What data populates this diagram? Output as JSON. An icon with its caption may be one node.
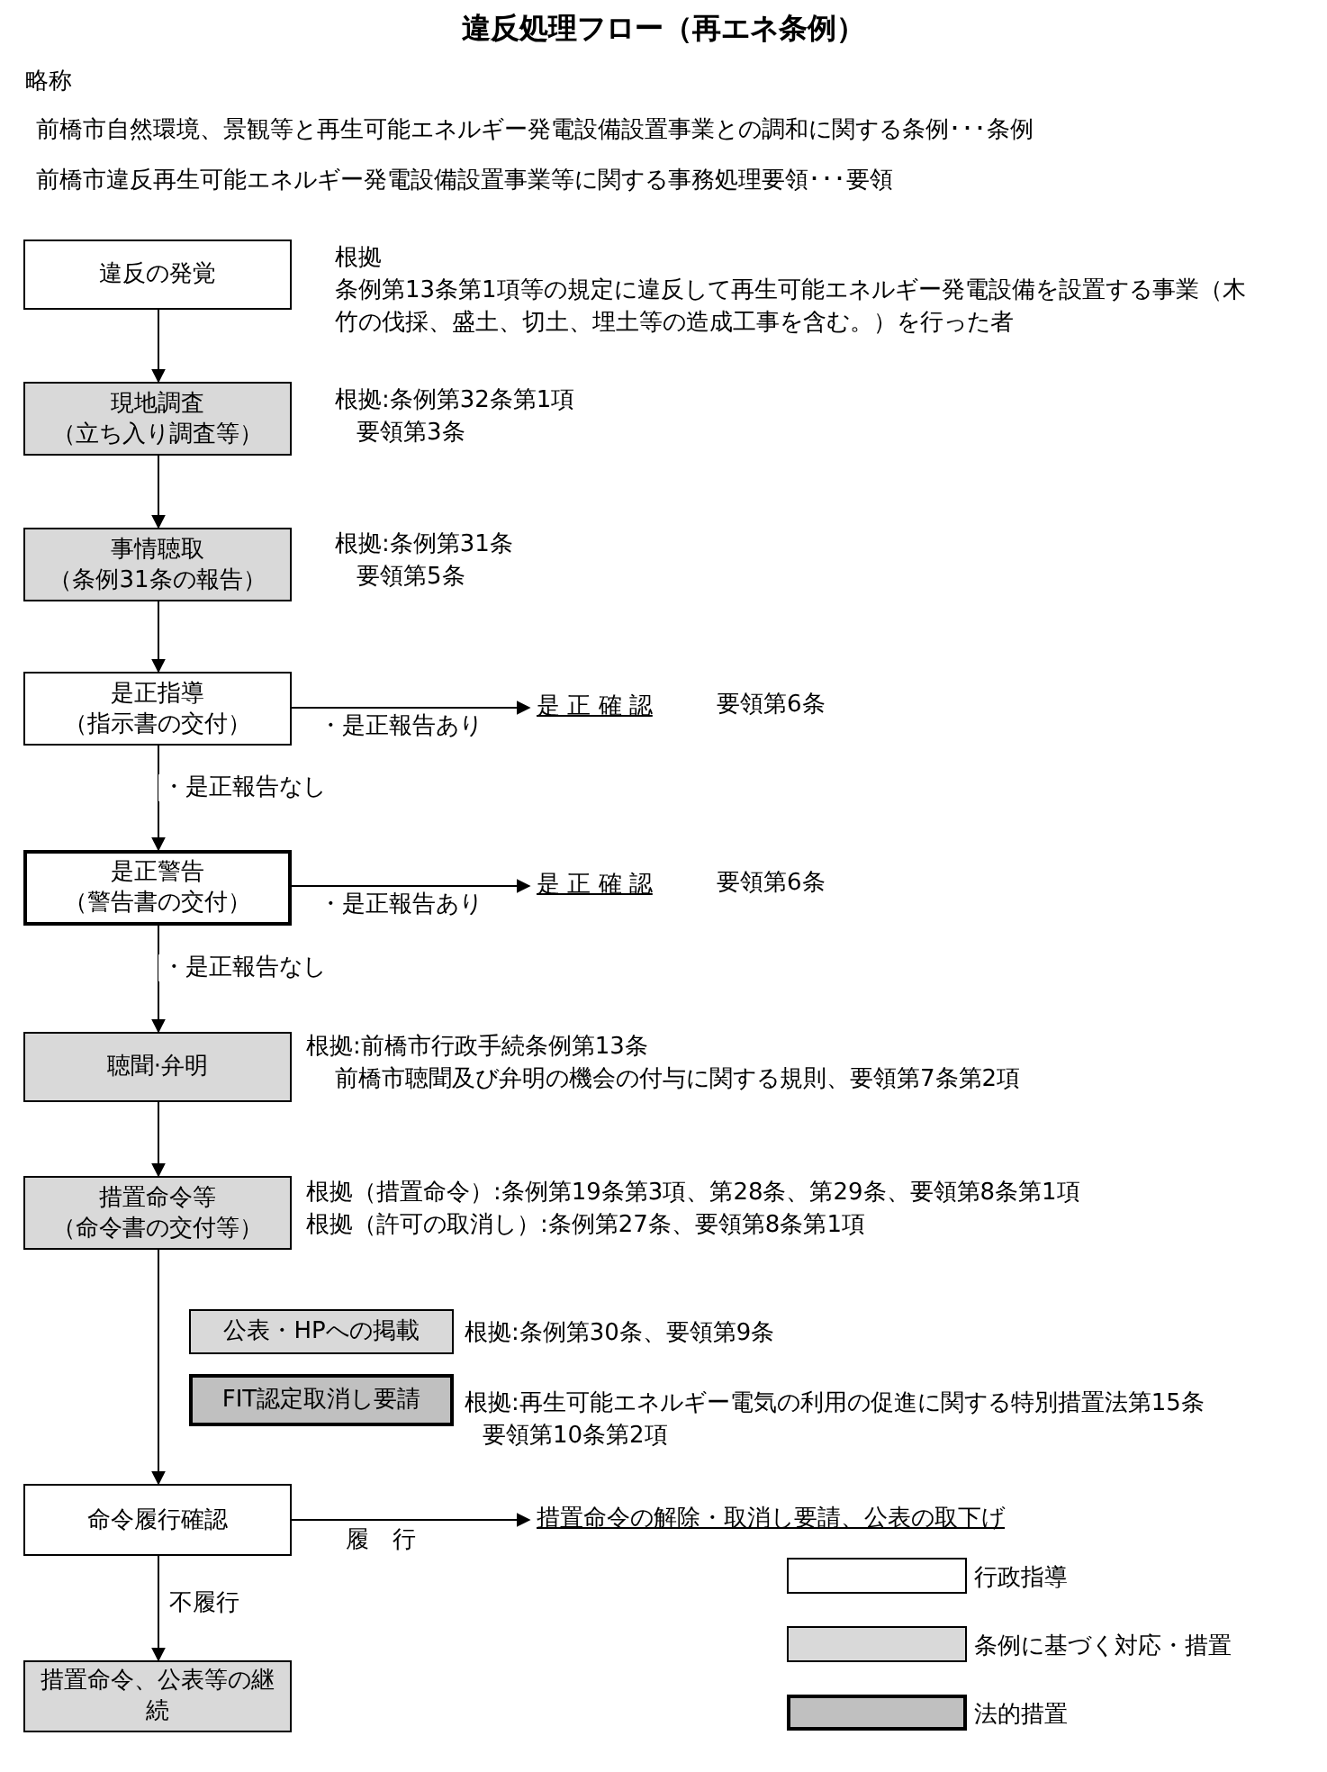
{
  "diagram": {
    "title": "違反処理フロー（再エネ条例）",
    "nodes": [
      {
        "text": [
          "違反の発覚"
        ],
        "beside": [
          "根拠",
          "条例第13条第1項等の規定に違反して再生可能エネルギー発電設備を設置する事業（木竹の伐採、盛土、切土、埋土等の造成工事を含む。）を行った者"
        ]
      },
      {
        "text": [
          "現地調査",
          "（立ち入り調査等）"
        ],
        "beside": [
          "根拠:条例第32条第1項",
          "要領第3条"
        ]
      },
      {
        "text": [
          "事情聴取",
          "（条例31条の報告）"
        ],
        "beside": [
          "根拠:条例第31条",
          "要領第5条"
        ]
      },
      {
        "text": [
          "是正指導",
          "（指示書の交付）"
        ]
      },
      {
        "text": [
          "是 正 確 認"
        ],
        "beside": [
          "要領第6条"
        ]
      },
      {
        "text": [
          "是正警告",
          "（警告書の交付）"
        ]
      },
      {
        "text": [
          "是 正 確 認"
        ],
        "beside": [
          "要領第6条"
        ]
      },
      {
        "text": [
          "聴聞·弁明"
        ],
        "beside": [
          "根拠:前橋市行政手続条例第13条",
          "前橋市聴聞及び弁明の機会の付与に関する規則、要領第7条第2項"
        ]
      },
      {
        "text": [
          "措置命令等",
          "（命令書の交付等）"
        ],
        "beside": [
          "根拠（措置命令）:条例第19条第3項、第28条、第29条、要領第8条第1項",
          "根拠（許可の取消し）:条例第27条、要領第8条第1項"
        ]
      },
      {
        "text": [
          "公表・HPへの掲載"
        ],
        "beside": [
          "根拠:条例第30条、要領第9条"
        ]
      },
      {
        "text": [
          "FIT認定取消し要請"
        ],
        "beside": [
          "根拠:再生可能エネルギー電気の利用の促進に関する特別措置法第15条",
          "要領第10条第2項"
        ]
      },
      {
        "text": [
          "命令履行確認"
        ]
      },
      {
        "text": [
          "措置命令の解除・取消し要請、公表の取下げ"
        ]
      },
      {
        "text": [
          "措置命令、公表等の継続"
        ]
      }
    ],
    "edges": [
      {
        "from": 0,
        "to": 1,
        "arrow": "to"
      },
      {
        "from": 1,
        "to": 2,
        "arrow": "to"
      },
      {
        "from": 2,
        "to": 3,
        "arrow": "to"
      },
      {
        "from": 3,
        "to": 4,
        "arrow": "to",
        "label": "・是正報告あり"
      },
      {
        "from": 3,
        "to": 5,
        "arrow": "to",
        "label": "・是正報告なし"
      },
      {
        "from": 5,
        "to": 6,
        "arrow": "to",
        "label": "・是正報告あり"
      },
      {
        "from": 5,
        "to": 7,
        "arrow": "to",
        "label": "・是正報告なし"
      },
      {
        "from": 7,
        "to": 8,
        "arrow": "to"
      },
      {
        "from": 8,
        "to": 11,
        "arrow": "to"
      },
      {
        "from": 11,
        "to": 12,
        "arrow": "to",
        "label": "履　行"
      },
      {
        "from": 11,
        "to": 13,
        "arrow": "to",
        "label": "不履行"
      }
    ],
    "labels": [
      "略称",
      "前橋市自然環境、景観等と再生可能エネルギー発電設備設置事業との調和に関する条例･･･条例",
      "前橋市違反再生可能エネルギー発電設備設置事業等に関する事務処理要領･･･要領"
    ],
    "legend": [
      {
        "text": "行政指導",
        "color": "#ffffff"
      },
      {
        "text": "条例に基づく対応・措置",
        "color": "#d9d9d9"
      },
      {
        "text": "法的措置",
        "color": "#c0c0c0"
      }
    ]
  }
}
